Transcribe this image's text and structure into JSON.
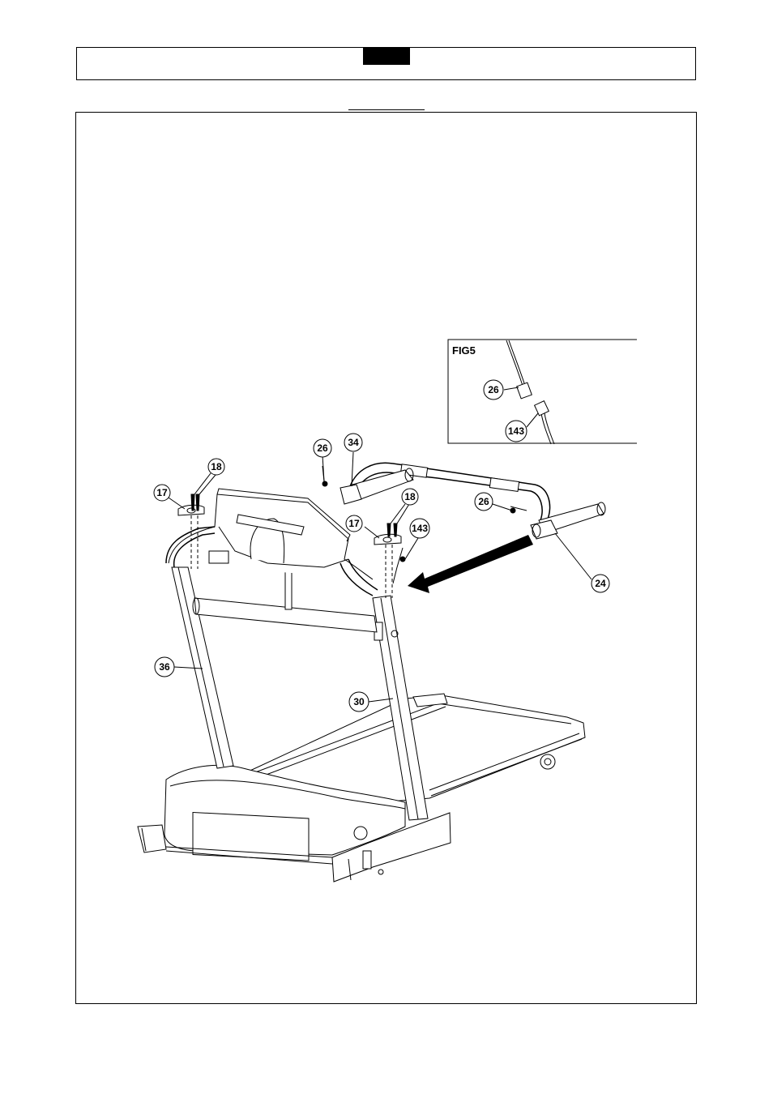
{
  "fig_inset": {
    "label": "FIG5",
    "callouts": [
      "26",
      "143"
    ]
  },
  "callouts": {
    "c26a": "26",
    "c34": "34",
    "c18a": "18",
    "c17a": "17",
    "c18b": "18",
    "c17b": "17",
    "c143": "143",
    "c26b": "26",
    "c24": "24",
    "c36": "36",
    "c30": "30"
  }
}
